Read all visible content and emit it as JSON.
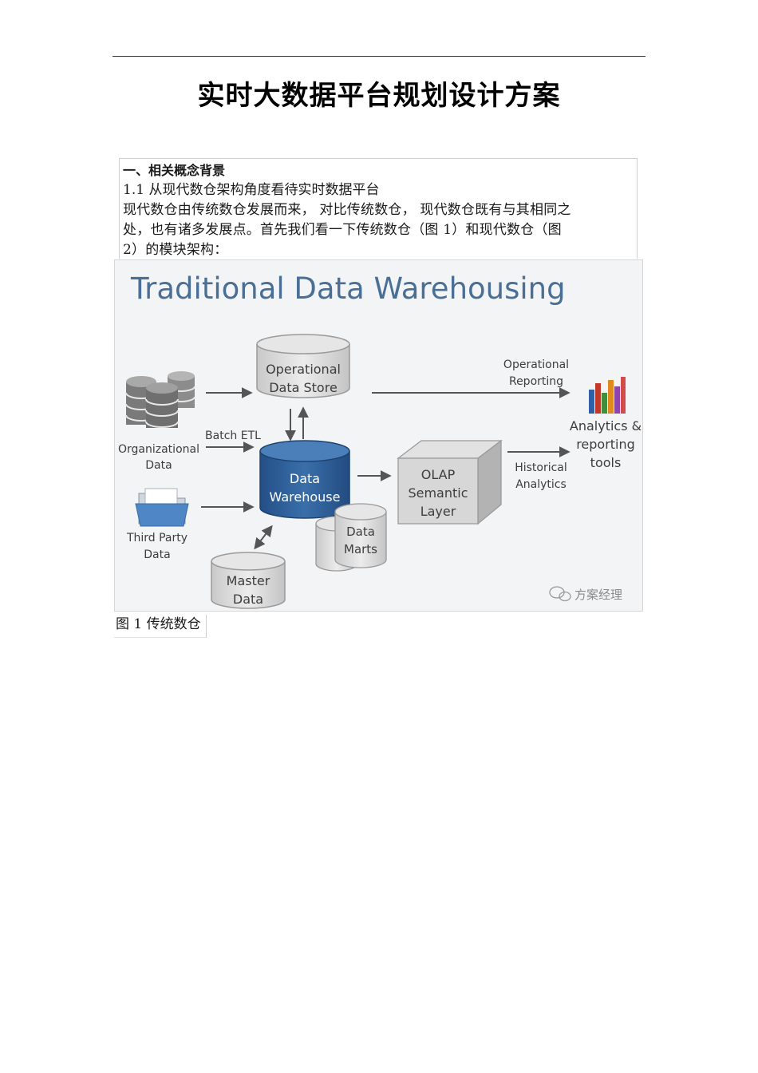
{
  "document": {
    "title": "实时大数据平台规划设计方案",
    "section_heading": "一、相关概念背景",
    "subsection": "1.1  从现代数仓架构角度看待实时数据平台",
    "paragraph_line1": "现代数仓由传统数仓发展而来，  对比传统数仓， 现代数仓既有与其相同之",
    "paragraph_line2": "处，也有诸多发展点。首先我们看一下传统数仓（图     1）和现代数仓（图",
    "paragraph_line3": "2）的模块架构：",
    "figure_caption": "图 1  传统数仓"
  },
  "figure": {
    "heading": "Traditional Data Warehousing",
    "operational_store": [
      "Operational",
      "Data Store"
    ],
    "organizational_data": [
      "Organizational",
      "Data"
    ],
    "third_party_data": [
      "Third Party",
      "Data"
    ],
    "batch_etl": "Batch ETL",
    "data_warehouse": [
      "Data",
      "Warehouse"
    ],
    "data_marts": [
      "Data",
      "Marts"
    ],
    "master_data": [
      "Master",
      "Data"
    ],
    "olap": [
      "OLAP",
      "Semantic",
      "Layer"
    ],
    "operational_reporting": [
      "Operational",
      "Reporting"
    ],
    "historical_analytics": [
      "Historical",
      "Analytics"
    ],
    "analytics_tools": [
      "Analytics &",
      "reporting",
      "tools"
    ],
    "watermark": "方案经理"
  },
  "colors": {
    "figure_bg": "#f3f4f5",
    "heading_blue": "#4a6f96",
    "warehouse_blue": "#2f5f9a",
    "cylinder_grey": "#d9d9d9",
    "arrow_grey": "#555555"
  }
}
